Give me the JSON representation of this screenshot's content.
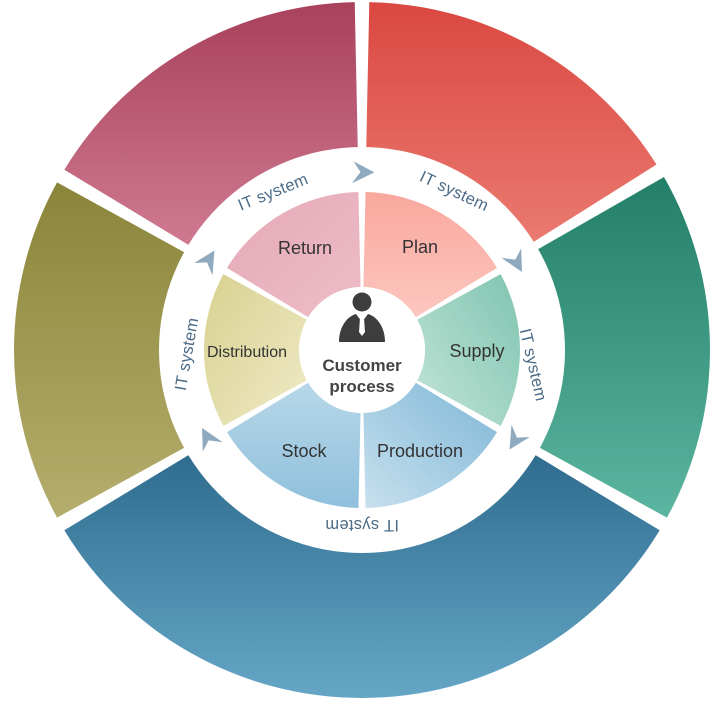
{
  "center": {
    "icon": "person-icon",
    "line1": "Customer",
    "line2": "process"
  },
  "inner_segments": {
    "plan": "Plan",
    "supply": "Supply",
    "production": "Production",
    "stock": "Stock",
    "distribution": "Distribution",
    "return": "Return"
  },
  "ring_label": "IT system",
  "colors": {
    "outer_plan": "#dc4e44",
    "outer_supply": "#2a8f76",
    "outer_production_stock": "#3f7ea1",
    "outer_distribution": "#9d9445",
    "outer_return": "#b3506a",
    "inner_plan": "#fbb5ac",
    "inner_supply": "#9dd3c2",
    "inner_production": "#9fcbe2",
    "inner_stock": "#a6cde2",
    "inner_distribution": "#e4dea4",
    "inner_return": "#e2a6b4",
    "arrow": "#8fa9bf"
  }
}
